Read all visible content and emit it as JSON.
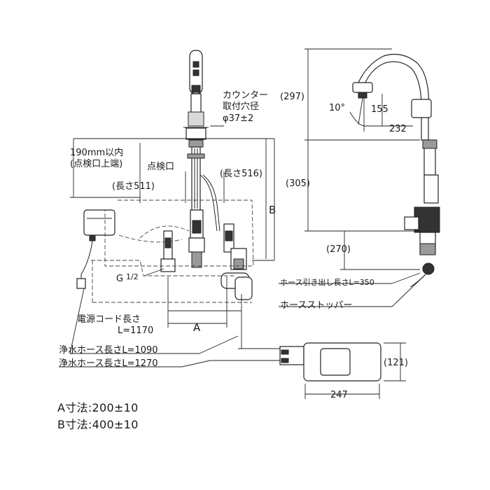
{
  "labels": {
    "counter_hole_1": "カウンター",
    "counter_hole_2": "取付穴径",
    "counter_hole_3": "φ37±2",
    "dim_297": "(297)",
    "angle_10": "10°",
    "dim_155": "155",
    "dim_232": "232",
    "limit_190_1": "190mm以内",
    "limit_190_2": "(点検口上端)",
    "inspection_port": "点検口",
    "length_516": "(長さ516)",
    "length_511": "(長さ511)",
    "dim_305": "(305)",
    "dim_B": "B",
    "dim_270": "(270)",
    "thread_G": "G",
    "thread_frac": "1/2",
    "hose_pull": "ホース引き出し長さL=350",
    "hose_stopper": "ホースストッパー",
    "power_cord_1": "電源コード長さ",
    "power_cord_2": "L=1170",
    "dim_A": "A",
    "water_hose_1090": "浄水ホース長さL=1090",
    "water_hose_1270": "浄水ホース長さL=1270",
    "dim_121": "(121)",
    "dim_247": "247",
    "spec_A": "A寸法:200±10",
    "spec_B": "B寸法:400±10"
  }
}
